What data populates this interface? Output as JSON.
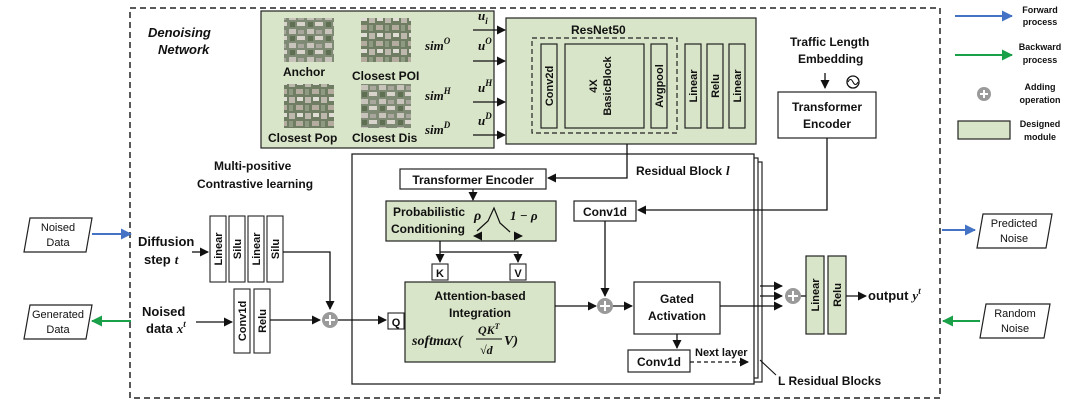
{
  "title": "Denoising Network",
  "title_line1": "Denoising",
  "title_line2": "Network",
  "colors": {
    "forward": "#4472C4",
    "backward": "#1BA04A",
    "module_fill": "#D9E5C8",
    "border": "#222222",
    "circle": "#9A9A9A"
  },
  "legend": {
    "forward_1": "Forward",
    "forward_2": "process",
    "backward_1": "Backward",
    "backward_2": "process",
    "adding_1": "Adding",
    "adding_2": "operation",
    "designed_1": "Designed",
    "designed_2": "module"
  },
  "io": {
    "noised_data_1": "Noised",
    "noised_data_2": "Data",
    "generated_data_1": "Generated",
    "generated_data_2": "Data",
    "predicted_noise_1": "Predicted",
    "predicted_noise_2": "Noise",
    "random_noise_1": "Random",
    "random_noise_2": "Noise"
  },
  "images": {
    "anchor": "Anchor",
    "closest_poi": "Closest POI",
    "closest_pop": "Closest Pop",
    "closest_dis": "Closest Dis"
  },
  "sims": {
    "u": "u",
    "u_sub": "i",
    "sim": "sim",
    "o": "O",
    "h": "H",
    "d": "D"
  },
  "resnet": {
    "title": "ResNet50",
    "conv2d": "Conv2d",
    "basic_1": "4X",
    "basic_2": "BasicBlock",
    "avgpool": "Avgpool",
    "linear1": "Linear",
    "relu": "Relu",
    "linear2": "Linear"
  },
  "traffic": {
    "line1": "Traffic Length",
    "line2": "Embedding",
    "tf_1": "Transformer",
    "tf_2": "Encoder"
  },
  "contrast": {
    "line1": "Multi-positive",
    "line2": "Contrastive learning"
  },
  "diffusion": {
    "label_1": "Diffusion",
    "label_2": "step",
    "t": "t",
    "linear": "Linear",
    "silu": "Silu"
  },
  "noised_x": {
    "label_1": "Noised",
    "label_2": "data",
    "x": "x",
    "t": "t",
    "conv1d": "Conv1d",
    "relu": "Relu"
  },
  "residual": {
    "label": "Residual Block",
    "l": "l",
    "transformer": "Transformer Encoder",
    "prob_1": "Probabilistic",
    "prob_2": "Conditioning",
    "rho": "ρ",
    "one_minus_rho": "1 − ρ",
    "conv1d_top": "Conv1d",
    "k": "K",
    "v": "V",
    "q": "Q",
    "attn_1": "Attention-based",
    "attn_2": "Integration",
    "softmax": "softmax(",
    "softmax_qkt": "QK",
    "softmax_T": "T",
    "softmax_d": "√d",
    "softmax_v": "V)",
    "gated_1": "Gated",
    "gated_2": "Activation",
    "conv1d_bottom": "Conv1d",
    "next_layer": "Next layer",
    "l_blocks": "L Residual Blocks"
  },
  "output": {
    "linear": "Linear",
    "relu": "Relu",
    "label": "output",
    "y": "y",
    "t": "t"
  }
}
